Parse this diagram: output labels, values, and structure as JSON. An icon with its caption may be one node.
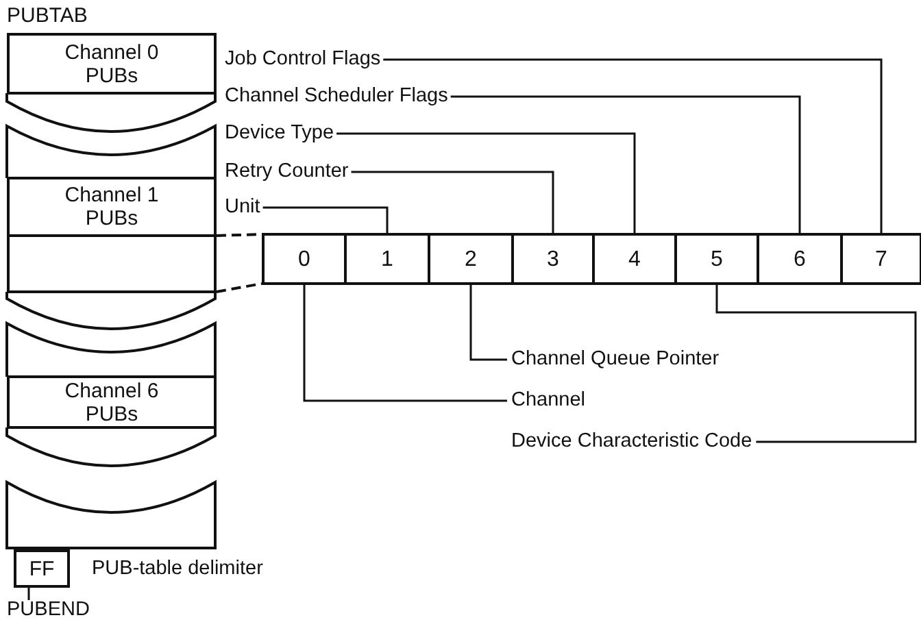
{
  "diagram": {
    "nodes": [
      {
        "text": [
          "Channel 0 PUBs"
        ]
      },
      {
        "text": [
          "Channel 1 PUBs"
        ]
      },
      {
        "text": [
          "Channel 6 PUBs"
        ]
      },
      {
        "text": [
          "FF"
        ],
        "beside": [
          "PUB-table delimiter"
        ]
      },
      {
        "text": [
          "PUBEND"
        ]
      },
      {
        "text": [
          "0"
        ]
      },
      {
        "text": [
          "1"
        ]
      },
      {
        "text": [
          "2"
        ]
      },
      {
        "text": [
          "3"
        ]
      },
      {
        "text": [
          "4"
        ]
      },
      {
        "text": [
          "5"
        ]
      },
      {
        "text": [
          "6"
        ]
      },
      {
        "text": [
          "7"
        ]
      },
      {
        "text": [
          "Job Control Flags"
        ]
      },
      {
        "text": [
          "Channel Scheduler Flags"
        ]
      },
      {
        "text": [
          "Device Type"
        ]
      },
      {
        "text": [
          "Retry Counter"
        ]
      },
      {
        "text": [
          "Unit"
        ]
      },
      {
        "text": [
          "Channel Queue Pointer"
        ]
      },
      {
        "text": [
          "Channel"
        ]
      },
      {
        "text": [
          "Device Characteristic Code"
        ]
      },
      {
        "text": [],
        "shape": "box"
      }
    ],
    "edges": [
      {
        "from": 13,
        "to": 12,
        "arrow": "none"
      },
      {
        "from": 14,
        "to": 11,
        "arrow": "none"
      },
      {
        "from": 15,
        "to": 9,
        "arrow": "none"
      },
      {
        "from": 16,
        "to": 8,
        "arrow": "none"
      },
      {
        "from": 17,
        "to": 6,
        "arrow": "none"
      },
      {
        "from": 18,
        "to": 7,
        "arrow": "none"
      },
      {
        "from": 19,
        "to": 5,
        "arrow": "none"
      },
      {
        "from": 20,
        "to": 10,
        "arrow": "none"
      },
      {
        "from": 4,
        "to": 3,
        "arrow": "none"
      },
      {
        "from": 21,
        "to": 5,
        "arrow": "none",
        "style": "dashed"
      },
      {
        "from": 21,
        "to": 5,
        "arrow": "none",
        "style": "dashed"
      }
    ],
    "labels": [
      "PUBTAB"
    ]
  }
}
